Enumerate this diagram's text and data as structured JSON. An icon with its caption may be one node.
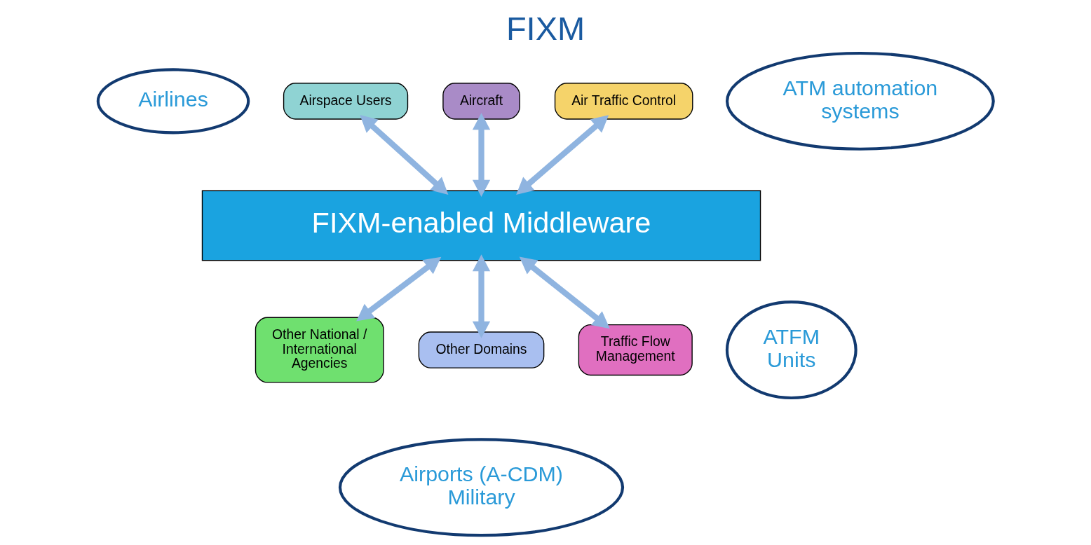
{
  "diagram": {
    "title": "FIXM",
    "nodes": [
      {
        "text": [
          "Airspace Users"
        ]
      },
      {
        "text": [
          "Aircraft"
        ]
      },
      {
        "text": [
          "Air Traffic Control"
        ]
      },
      {
        "text": [
          "FIXM-enabled Middleware"
        ]
      },
      {
        "text": [
          "Other National / International Agencies"
        ]
      },
      {
        "text": [
          "Other Domains"
        ]
      },
      {
        "text": [
          "Traffic Flow Management"
        ]
      },
      {
        "text": [
          "Airlines"
        ]
      },
      {
        "text": [
          "ATM automation systems"
        ]
      },
      {
        "text": [
          "Airports (A-CDM) Military"
        ]
      },
      {
        "text": [
          "ATFM Units"
        ]
      }
    ],
    "edges": [
      {
        "from": 0,
        "to": 3,
        "arrow": "both"
      },
      {
        "from": 1,
        "to": 3,
        "arrow": "both"
      },
      {
        "from": 2,
        "to": 3,
        "arrow": "both"
      },
      {
        "from": 3,
        "to": 4,
        "arrow": "both"
      },
      {
        "from": 3,
        "to": 5,
        "arrow": "both"
      },
      {
        "from": 3,
        "to": 6,
        "arrow": "both"
      }
    ]
  }
}
